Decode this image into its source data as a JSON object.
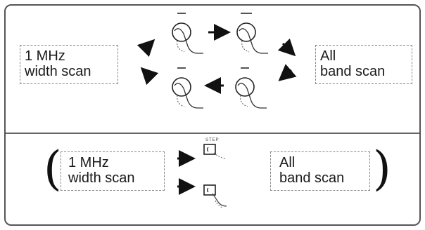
{
  "top_cycle": {
    "left_box": {
      "line1": "1 MHz",
      "line2": "width scan"
    },
    "right_box": {
      "line1": "All",
      "line2": "band scan"
    }
  },
  "bottom_toggle": {
    "left_box": {
      "line1": "1 MHz",
      "line2": "width scan"
    },
    "right_box": {
      "line1": "All",
      "line2": "band scan"
    },
    "key_caption": "STEP"
  },
  "icons": [
    "finger-press-icon",
    "arrow-icon",
    "parenthesis-icon",
    "step-key-icon"
  ]
}
